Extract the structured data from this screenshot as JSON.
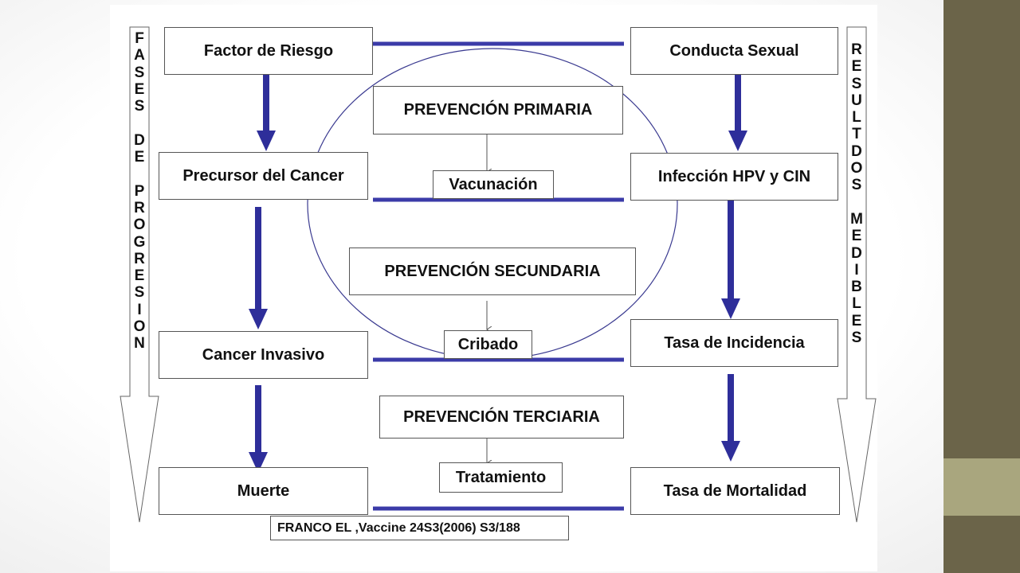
{
  "colors": {
    "arrow": "#2e2e9a",
    "connector": "#3b3ba8",
    "box_border": "#555555",
    "accent_dark": "#6b6449",
    "accent_light": "#a9a67e"
  },
  "left_column": {
    "factor": "Factor de Riesgo",
    "precursor": "Precursor del  Cancer",
    "invasivo": "Cancer Invasivo",
    "muerte": "Muerte"
  },
  "right_column": {
    "conducta": "Conducta Sexual",
    "infeccion": "Infección HPV y CIN",
    "incidencia": "Tasa de Incidencia",
    "mortalidad": "Tasa de Mortalidad"
  },
  "center": {
    "prev_primaria": "PREVENCIÓN PRIMARIA",
    "vacunacion": "Vacunación",
    "prev_secundaria": "PREVENCIÓN SECUNDARIA",
    "cribado": "Cribado",
    "prev_terciaria": "PREVENCIÓN TERCIARIA",
    "tratamiento": "Tratamiento"
  },
  "left_arrow_label": [
    "F",
    "A",
    "S",
    "E",
    "S",
    "",
    "D",
    "E",
    "",
    "P",
    "R",
    "O",
    "G",
    "R",
    "E",
    "S",
    "I",
    "O",
    "N"
  ],
  "right_arrow_label": [
    "R",
    "E",
    "S",
    "U",
    "L",
    "T",
    "D",
    "O",
    "S",
    "",
    "M",
    "E",
    "D",
    "I",
    "B",
    "L",
    "E",
    "S"
  ],
  "citation": "FRANCO EL ,Vaccine 24S3(2006) S3/188"
}
